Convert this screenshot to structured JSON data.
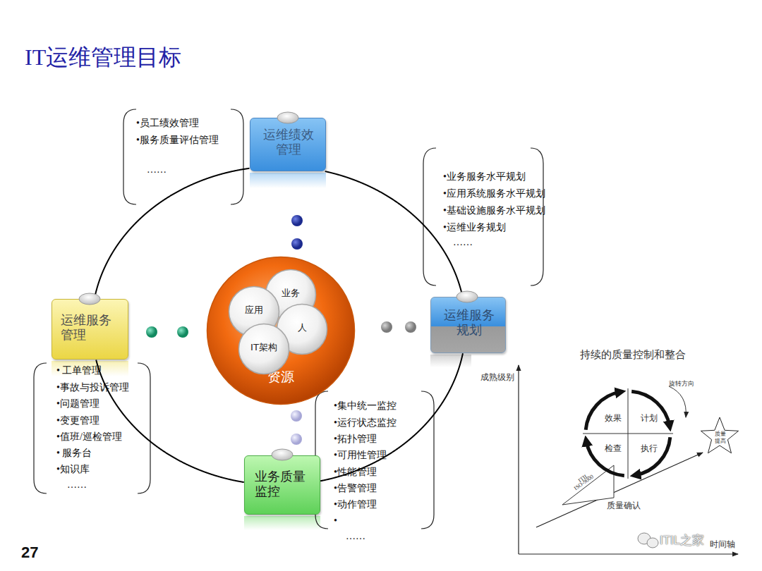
{
  "diagram": {
    "title": "IT运维管理目标",
    "nodes": [
      {
        "text": [
          "运维绩效管理"
        ]
      },
      {
        "text": [
          "运维服务管理"
        ]
      },
      {
        "text": [
          "资源"
        ]
      },
      {
        "text": [
          "业务"
        ],
        "in": 2
      },
      {
        "text": [
          "应用"
        ],
        "in": 2
      },
      {
        "text": [
          "人"
        ],
        "in": 2
      },
      {
        "text": [
          "IT架构"
        ],
        "in": 2
      },
      {
        "text": [
          "运维服务规划"
        ]
      },
      {
        "text": [
          "业务质量监控"
        ]
      }
    ],
    "edges": [
      {
        "from": 0,
        "to": 7,
        "arrow": "none"
      },
      {
        "from": 7,
        "to": 8,
        "arrow": "none"
      },
      {
        "from": 8,
        "to": 1,
        "arrow": "none"
      },
      {
        "from": 1,
        "to": 0,
        "arrow": "none"
      }
    ],
    "labels": [
      "27",
      "•员工绩效管理",
      "•服务质量评估管理",
      "……",
      "•业务服务水平规划",
      "•应用系统服务水平规划",
      "•基础设施服务水平规划",
      "•运维业务规划",
      "……",
      "• 工单管理",
      "•事故与投诉管理",
      "•问题管理",
      "•变更管理",
      "•值班/巡检管理",
      "• 服务台",
      "•知识库",
      "……",
      "•集中统一监控",
      "•运行状态监控",
      "•拓扑管理",
      "•可用性管理",
      "•性能管理",
      "•告警管理",
      "•动作管理",
      "•",
      "……",
      "持续的质量控制和整合",
      "成熟级别",
      "旋转方向",
      "效果",
      "计划",
      "检查",
      "执行",
      "质量提高",
      "ITIL",
      "ISO-9000",
      "质量确认",
      "时间轴",
      "ITIL之家"
    ]
  }
}
